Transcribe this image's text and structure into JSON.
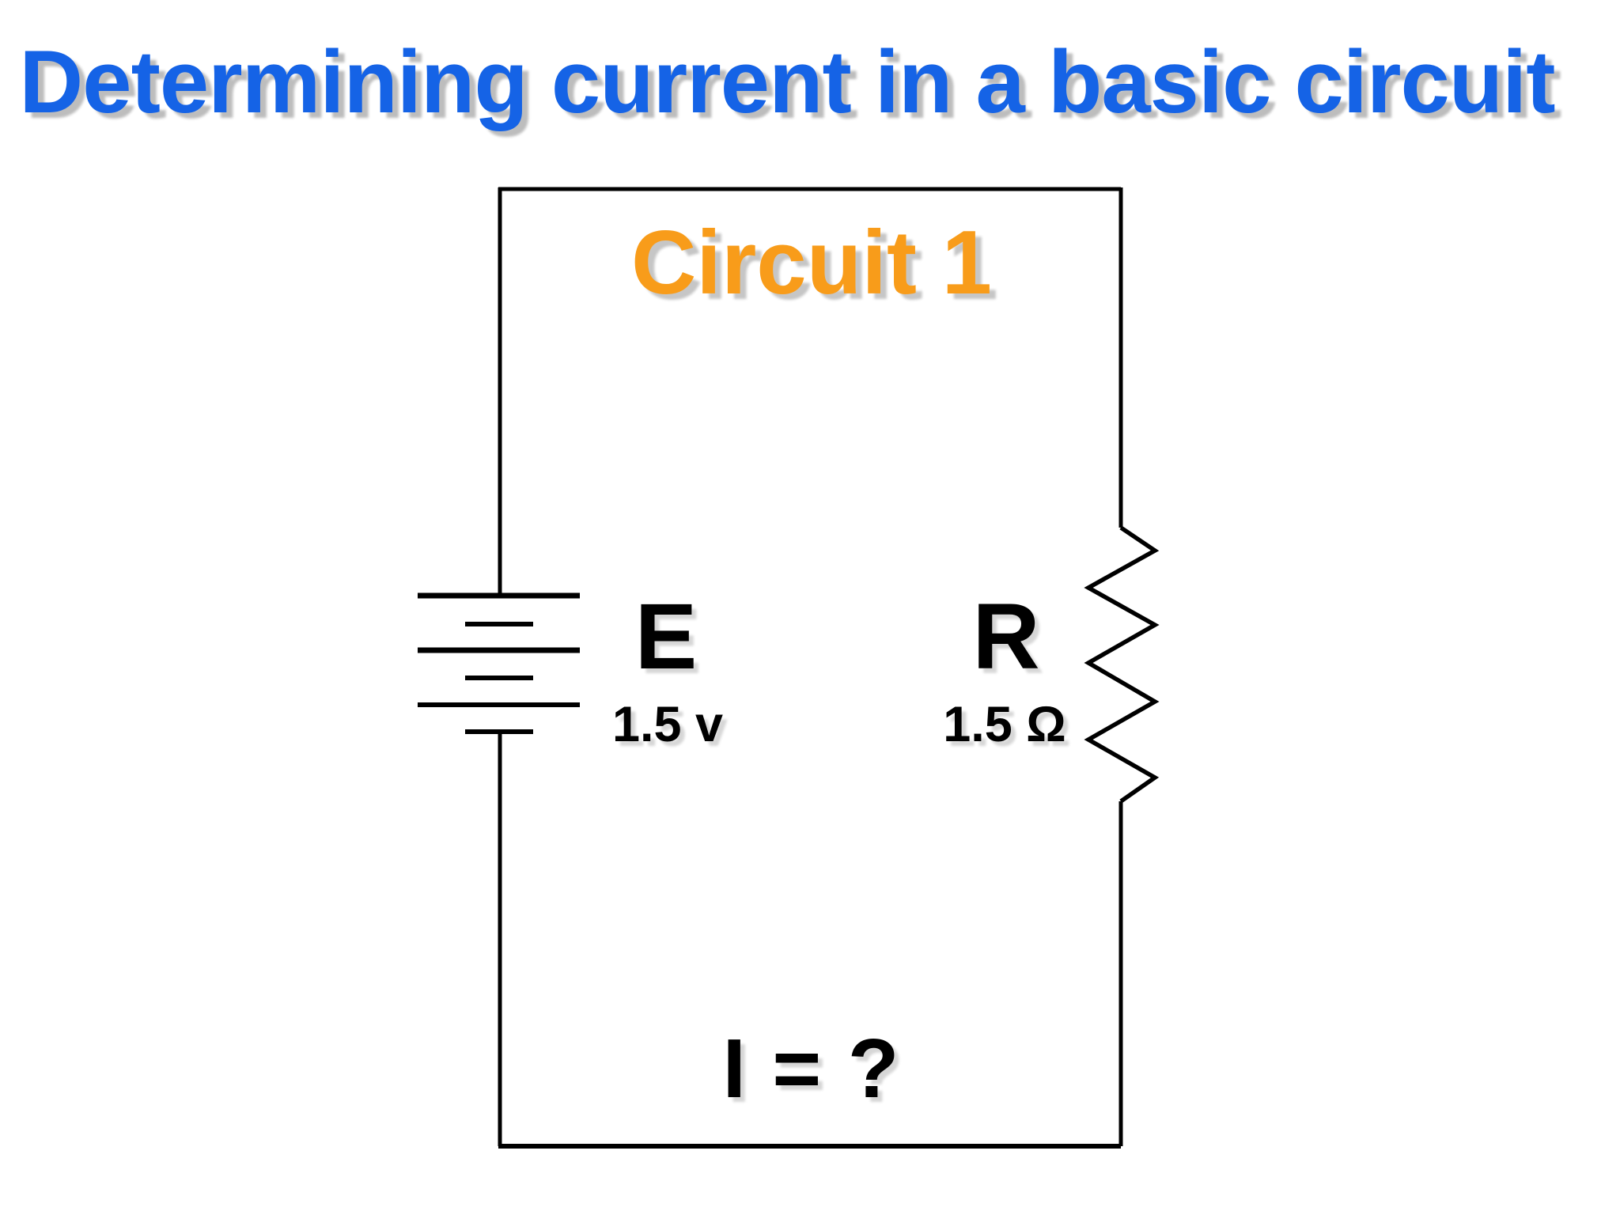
{
  "slide": {
    "title": "Determining current in a basic circuit",
    "colors": {
      "title_blue": "#1563e6",
      "label_orange": "#f89c1a",
      "ink": "#000000",
      "shadow": "#bdbdbd"
    }
  },
  "circuit": {
    "label": "Circuit 1",
    "source": {
      "symbol": "E",
      "value": "1.5 v"
    },
    "resistor": {
      "symbol": "R",
      "value": "1.5 Ω"
    },
    "current": {
      "question": "I = ?"
    }
  }
}
